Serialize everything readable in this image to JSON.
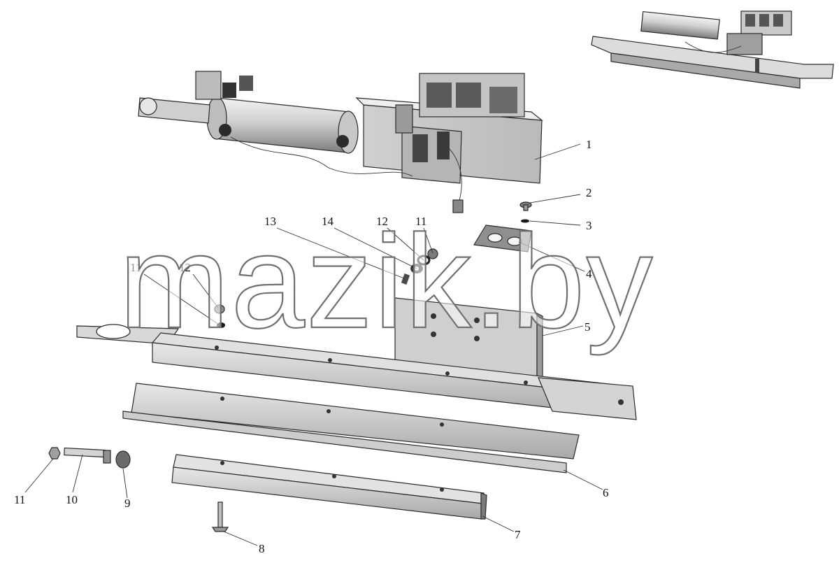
{
  "diagram": {
    "watermark": "mazik.by",
    "callouts": [
      "1",
      "2",
      "3",
      "4",
      "5",
      "6",
      "7",
      "8",
      "9",
      "10",
      "11",
      "12",
      "13",
      "14",
      "11",
      "12",
      "11"
    ],
    "colors": {
      "metal_light": "#d9d9d9",
      "metal_mid": "#bdbdbd",
      "metal_dark": "#8e8e8e",
      "outline": "#2a2a2a",
      "black": "#1a1a1a"
    }
  }
}
